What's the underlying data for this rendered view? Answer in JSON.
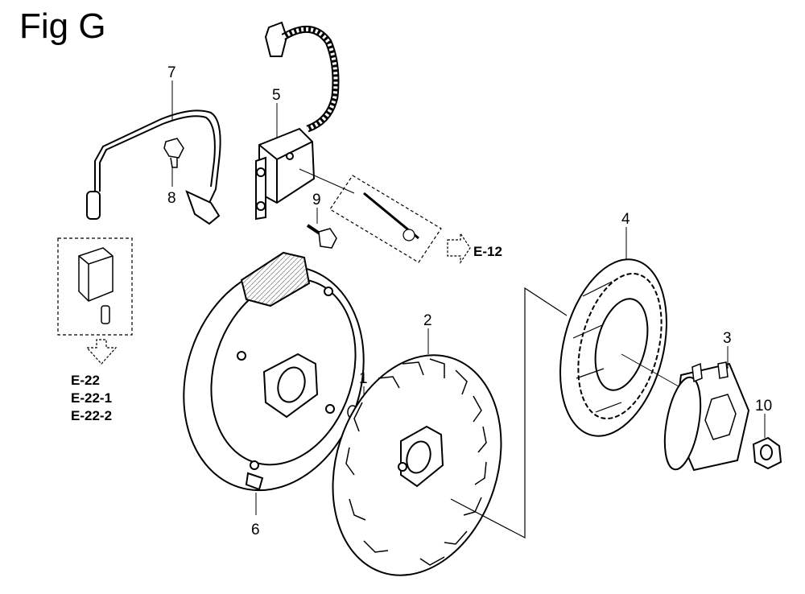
{
  "figure": {
    "title": "Fig G"
  },
  "callouts": {
    "p1": "1",
    "p2": "2",
    "p3": "3",
    "p4": "4",
    "p5": "5",
    "p6": "6",
    "p7": "7",
    "p8": "8",
    "p9": "9",
    "p10": "10"
  },
  "references": {
    "e12": "E-12",
    "e22": "E-22",
    "e22_1": "E-22-1",
    "e22_2": "E-22-2"
  },
  "colors": {
    "ink": "#000000",
    "background": "#ffffff",
    "shade": "#cfcfcf"
  }
}
